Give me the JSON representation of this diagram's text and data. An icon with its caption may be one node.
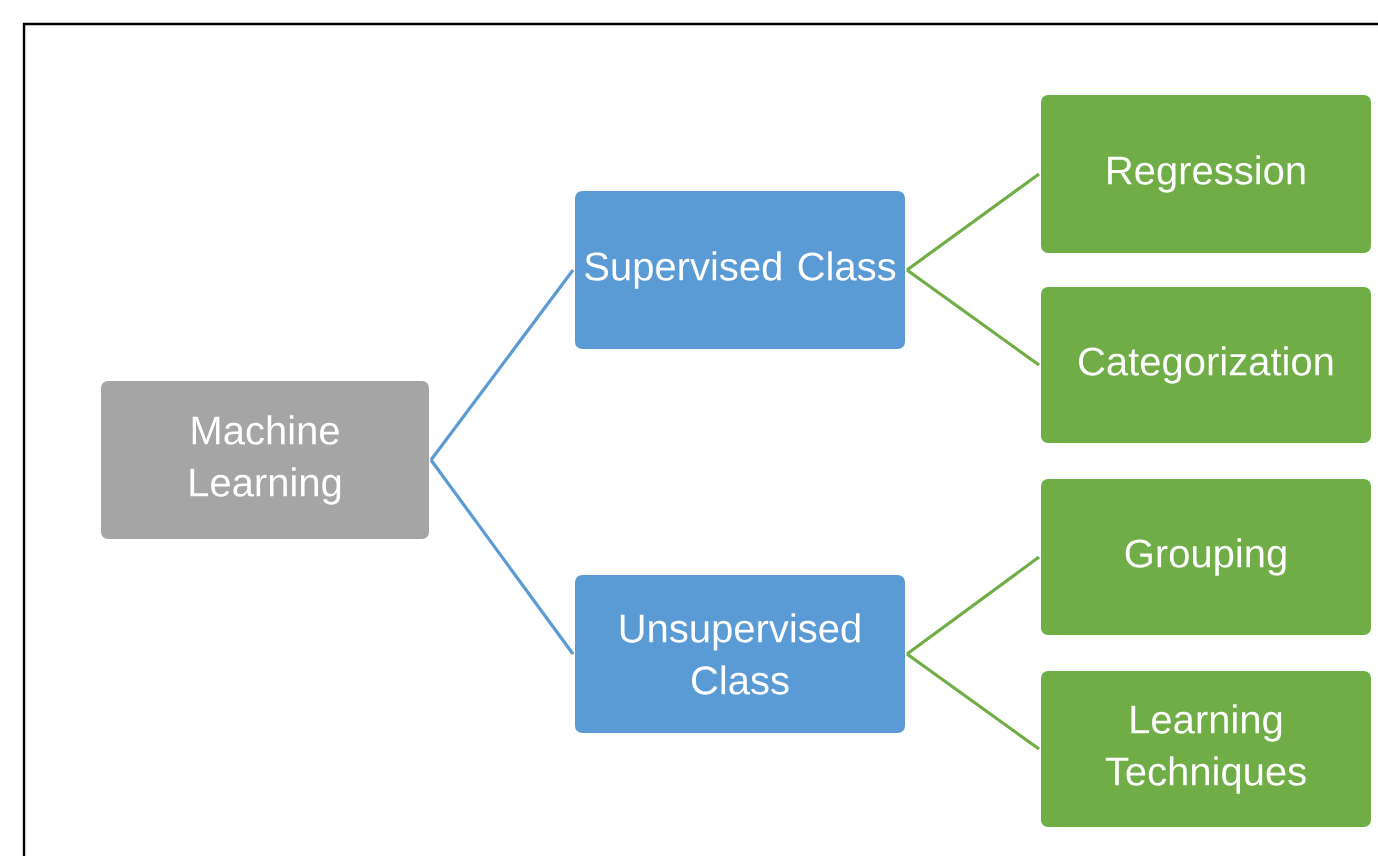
{
  "diagram": {
    "nodes": [
      {
        "text": [
          "Machine Learning"
        ]
      },
      {
        "text": [
          "Supervised Class"
        ]
      },
      {
        "text": [
          "Unsupervised Class"
        ]
      },
      {
        "text": [
          "Regression"
        ]
      },
      {
        "text": [
          "Categorization"
        ]
      },
      {
        "text": [
          "Grouping"
        ]
      },
      {
        "text": [
          "Learning Techniques"
        ]
      }
    ],
    "edges": [
      {
        "from": 0,
        "to": 1,
        "arrow": "none",
        "color": "#5b9bd5"
      },
      {
        "from": 0,
        "to": 2,
        "arrow": "none",
        "color": "#5b9bd5"
      },
      {
        "from": 1,
        "to": 3,
        "arrow": "none"
      },
      {
        "from": 1,
        "to": 4,
        "arrow": "none"
      },
      {
        "from": 2,
        "to": 5,
        "arrow": "none"
      },
      {
        "from": 2,
        "to": 6,
        "arrow": "none"
      }
    ]
  }
}
